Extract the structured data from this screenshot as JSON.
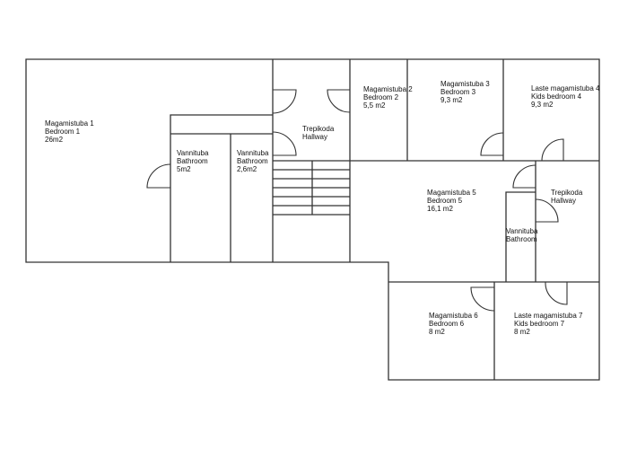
{
  "rooms": {
    "bedroom1": [
      "Magamistuba 1",
      "Bedroom 1",
      "26m2"
    ],
    "bathroom1": [
      "Vannituba",
      "Bathroom",
      "5m2"
    ],
    "bathroom2": [
      "Vannituba",
      "Bathroom",
      "2,6m2"
    ],
    "hallway1": [
      "Trepikoda",
      "Hallway"
    ],
    "bedroom2": [
      "Magamistuba 2",
      "Bedroom 2",
      "5,5 m2"
    ],
    "bedroom3": [
      "Magamistuba 3",
      "Bedroom 3",
      "9,3 m2"
    ],
    "kids4": [
      "Laste magamistuba 4",
      "Kids bedroom 4",
      "9,3 m2"
    ],
    "bedroom5": [
      "Magamistuba 5",
      "Bedroom 5",
      "16,1 m2"
    ],
    "hallway2": [
      "Trepikoda",
      "Hallway"
    ],
    "bathroom3": [
      "Vannituba",
      "Bathroom"
    ],
    "bedroom6": [
      "Magamistuba 6",
      "Bedroom 6",
      "8 m2"
    ],
    "kids7": [
      "Laste magamistuba 7",
      "Kids bedroom 7",
      "8 m2"
    ]
  }
}
